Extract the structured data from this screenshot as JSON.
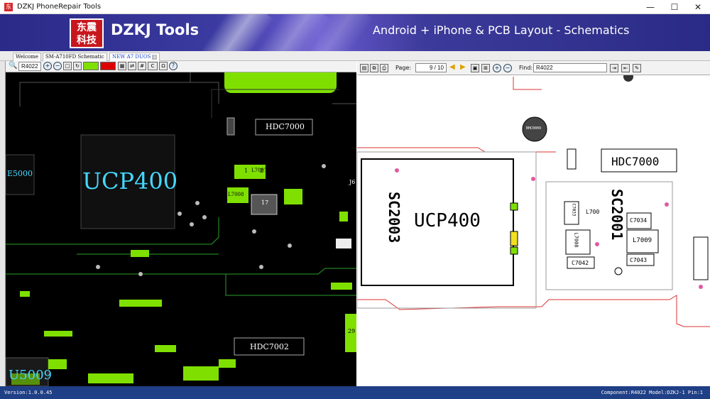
{
  "window": {
    "title": "DZKJ PhoneRepair Tools",
    "controls": {
      "minimize": "—",
      "maximize": "☐",
      "close": "✕"
    },
    "app_icon_text": "东"
  },
  "banner": {
    "logo_text_top": "东震",
    "logo_text_bottom": "科技",
    "brand": "DZKJ Tools",
    "tagline": "Android + iPhone & PCB Layout - Schematics"
  },
  "tabs": [
    {
      "label": "Welcome",
      "active": false
    },
    {
      "label": "SM-A710FD Schematic",
      "active": false
    },
    {
      "label": "NEW A7 DUOS",
      "active": true,
      "close": "x"
    }
  ],
  "left_toolbar": {
    "search_value": "R4022"
  },
  "right_toolbar": {
    "page_label": "Page:",
    "page_value": "9 / 10",
    "find_label": "Find:",
    "find_value": "R4022"
  },
  "pcb_labels": {
    "ucp400": "UCP400",
    "e5000": "E5000",
    "hdc7000": "HDC7000",
    "hdc7002": "HDC7002",
    "u5009": "U5009",
    "l7008": "L7008",
    "l7007": "L7007",
    "n1": "1",
    "n2": "2",
    "n17": "17",
    "n29": "29",
    "j6": "J6"
  },
  "schematic_labels": {
    "ucp400": "UCP400",
    "sc2003": "SC2003",
    "sc2001": "SC2001",
    "hdc7000": "HDC7000",
    "c7033": "C7033",
    "l7008": "L7008",
    "c7034": "C7034",
    "l7009": "L7009",
    "c7042": "C7042",
    "c7043": "C7043",
    "l700": "L700",
    "bt": "BHC0009"
  },
  "status": {
    "version": "Version:1.0.0.45",
    "component": "Component:R4022 Model:DZKJ-1 Pin:1"
  },
  "colors": {
    "banner": "#2b2a88",
    "pcb_green": "#7fe000",
    "pcb_label_cyan": "#44d8ff",
    "status_bar": "#1f3f86"
  }
}
